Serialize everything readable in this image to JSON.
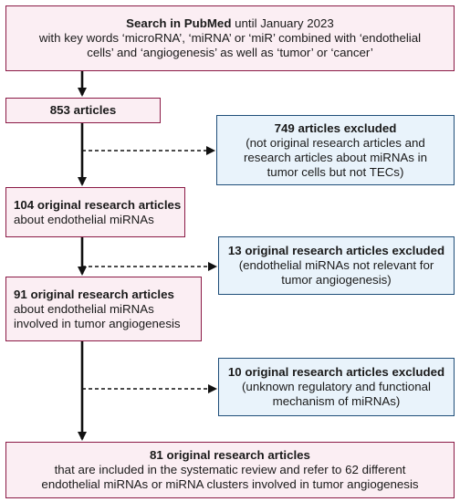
{
  "boxes": {
    "search": {
      "title": "Search in PubMed",
      "title_suffix": " until January 2023",
      "line2": "with key words ‘microRNA’, ‘miRNA’ or ‘miR’ combined with ‘endothelial",
      "line3": "cells’ and ‘angiogenesis’ as well as ‘tumor’ or ‘cancer’"
    },
    "articles_853": {
      "title": "853 articles"
    },
    "excluded_749": {
      "title": "749 articles excluded",
      "line1": "(not original research articles and",
      "line2": "research articles about miRNAs in",
      "line3": "tumor cells but not TECs)"
    },
    "original_104": {
      "title": "104 original research articles",
      "line1": "about endothelial miRNAs"
    },
    "excluded_13": {
      "title": "13 original research articles excluded",
      "line1": "(endothelial miRNAs not relevant for",
      "line2": "tumor angiogenesis)"
    },
    "original_91": {
      "title": "91 original research articles",
      "line1": "about endothelial miRNAs",
      "line2": "involved in tumor angiogenesis"
    },
    "excluded_10": {
      "title": "10 original research articles excluded",
      "line1": "(unknown regulatory and functional",
      "line2": "mechanism of miRNAs)"
    },
    "final_81": {
      "title": "81 original research articles",
      "line1": "that are included in the systematic review and refer to 62 different",
      "line2": "endothelial miRNAs or miRNA clusters involved in tumor angiogenesis"
    }
  },
  "colors": {
    "include_fill": "#fbeef3",
    "include_border": "#8b1a46",
    "exclude_fill": "#e9f3fb",
    "exclude_border": "#1f4e79",
    "arrow": "#111111"
  }
}
